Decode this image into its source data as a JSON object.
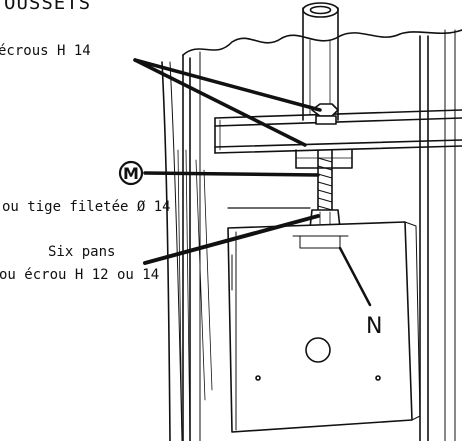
{
  "labels": {
    "title_partial": "OUSSETS",
    "ecrous": "écrous H 14",
    "marker": "M",
    "tige": "ou tige filetée Ø 14",
    "six_pans": "Six pans",
    "ecrou_h12": "ou écrou H 12 ou 14",
    "part_n": "N"
  }
}
